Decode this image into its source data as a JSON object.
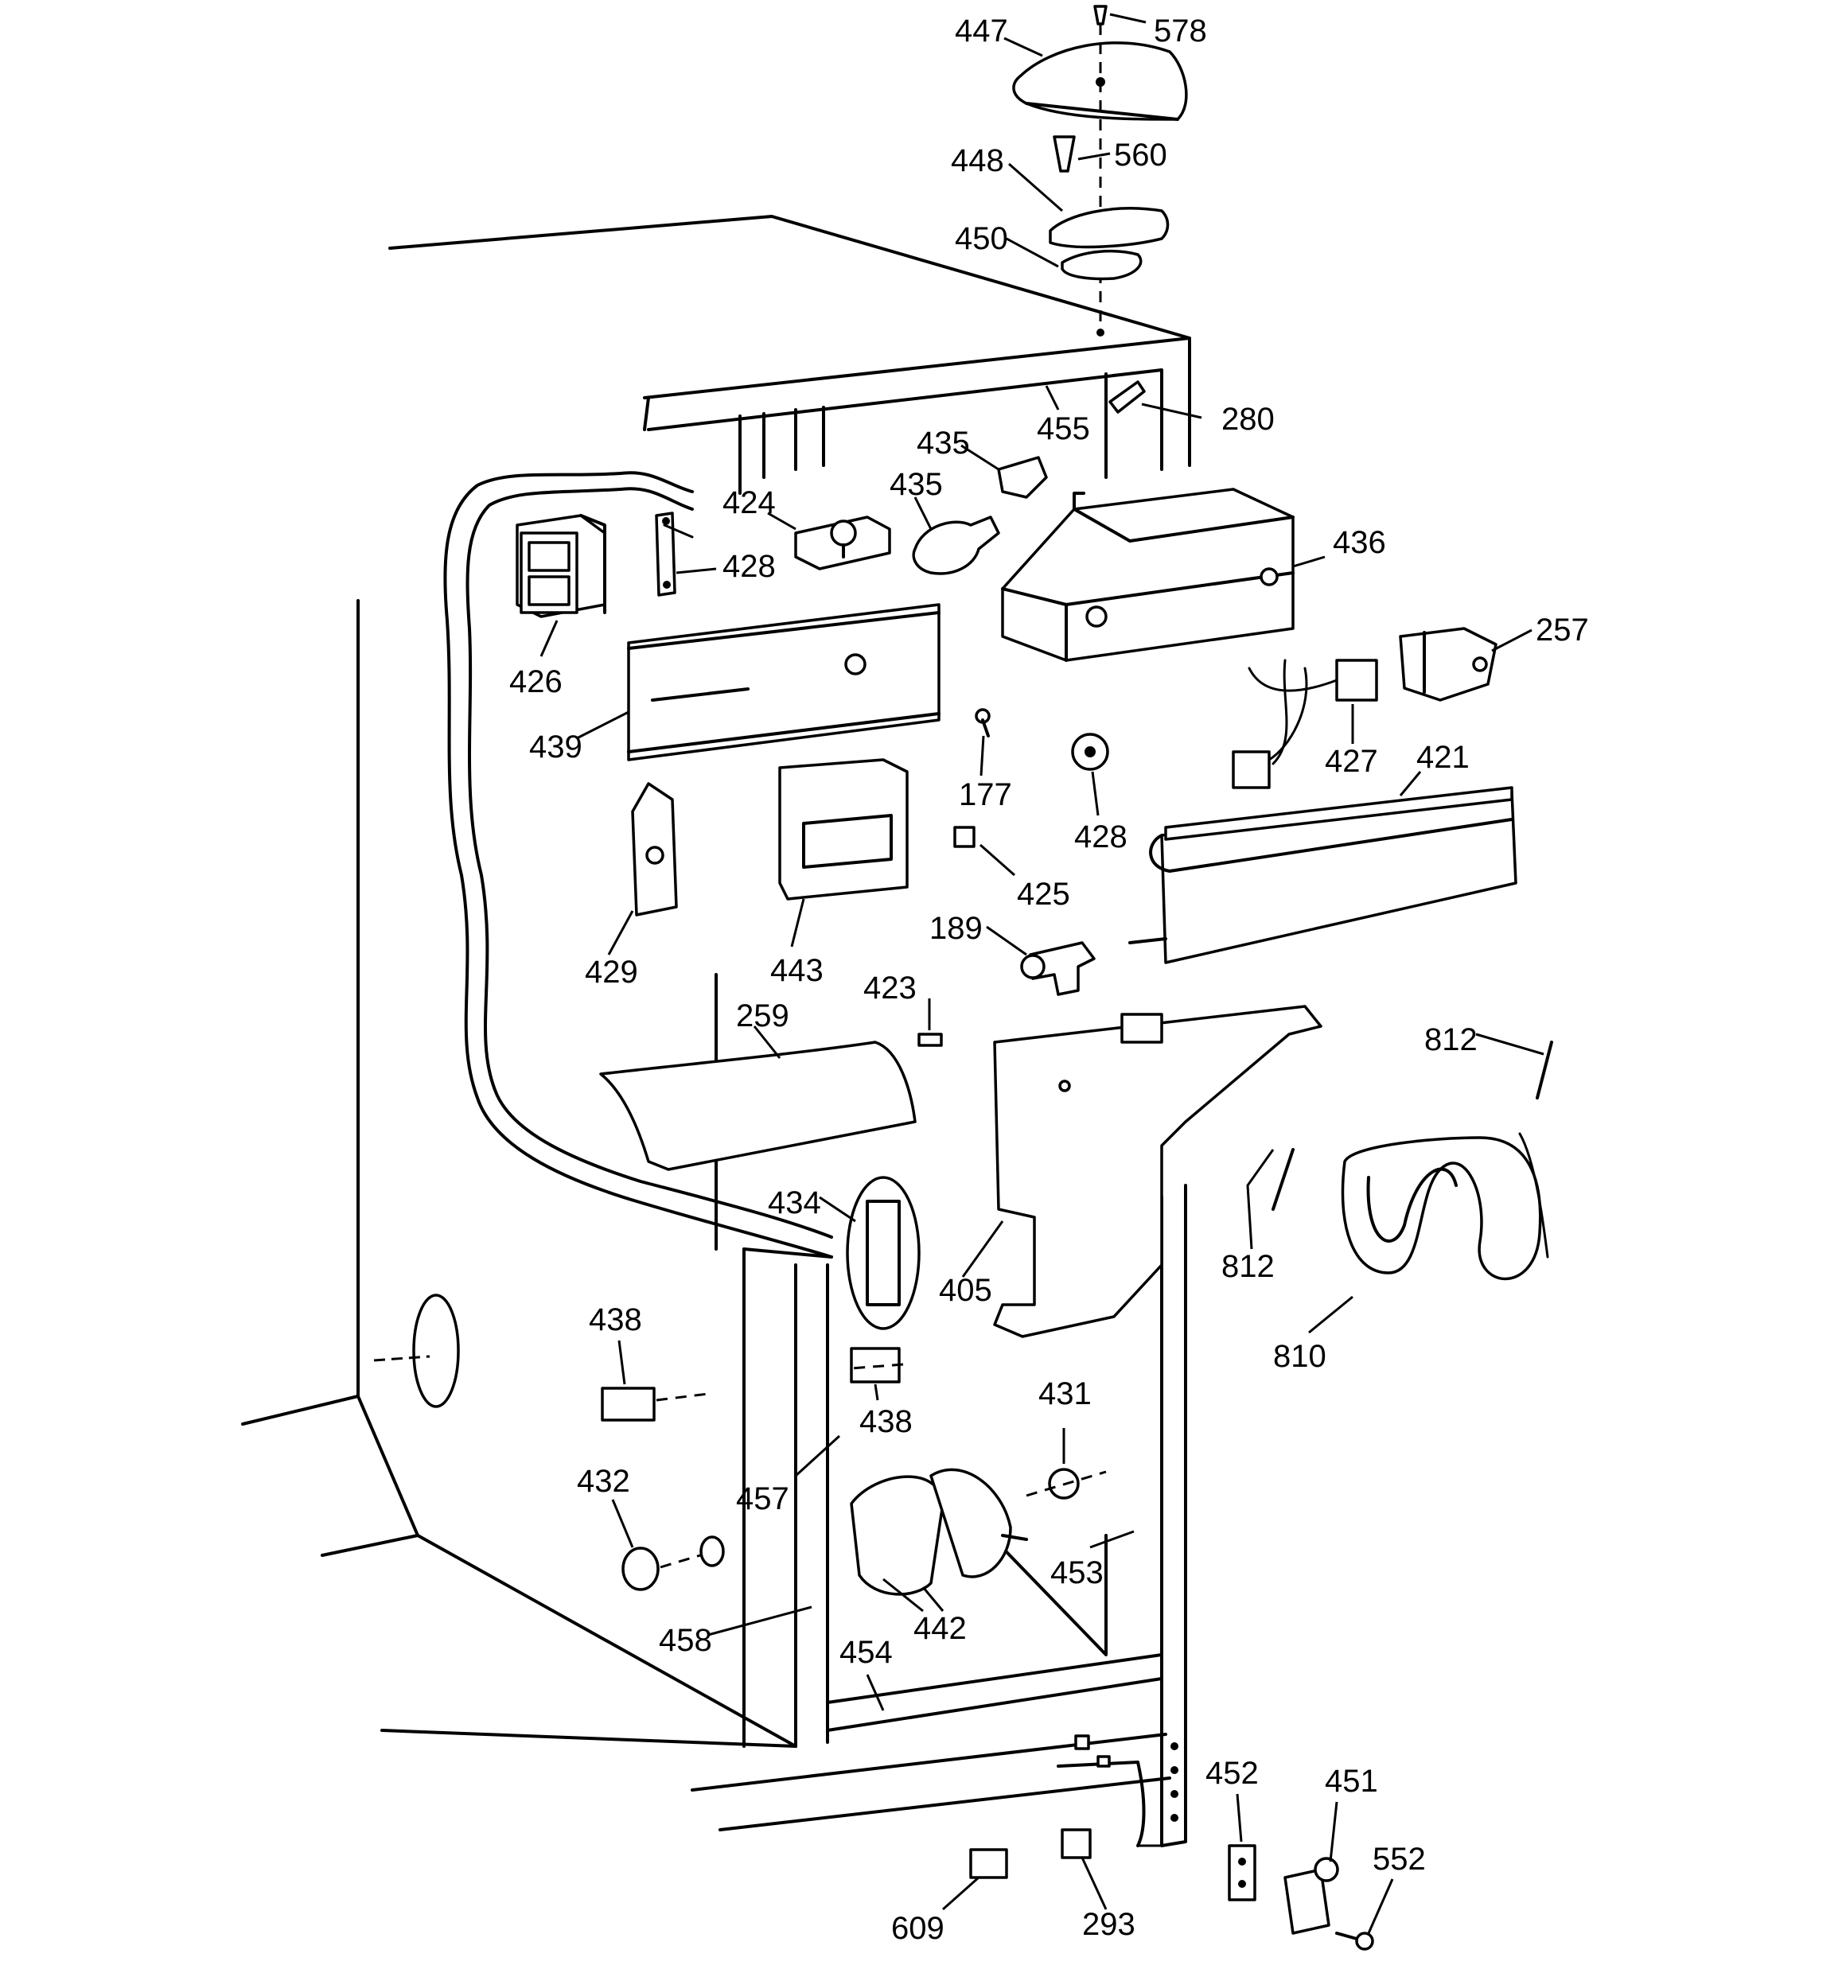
{
  "callouts": [
    {
      "id": "447",
      "text": "447"
    },
    {
      "id": "578",
      "text": "578"
    },
    {
      "id": "448",
      "text": "448"
    },
    {
      "id": "560",
      "text": "560"
    },
    {
      "id": "450",
      "text": "450"
    },
    {
      "id": "455",
      "text": "455"
    },
    {
      "id": "280",
      "text": "280"
    },
    {
      "id": "435a",
      "text": "435"
    },
    {
      "id": "435b",
      "text": "435"
    },
    {
      "id": "424",
      "text": "424"
    },
    {
      "id": "428a",
      "text": "428"
    },
    {
      "id": "426",
      "text": "426"
    },
    {
      "id": "436",
      "text": "436"
    },
    {
      "id": "257",
      "text": "257"
    },
    {
      "id": "439",
      "text": "439"
    },
    {
      "id": "177",
      "text": "177"
    },
    {
      "id": "428b",
      "text": "428"
    },
    {
      "id": "427",
      "text": "427"
    },
    {
      "id": "421",
      "text": "421"
    },
    {
      "id": "429",
      "text": "429"
    },
    {
      "id": "443",
      "text": "443"
    },
    {
      "id": "425",
      "text": "425"
    },
    {
      "id": "189",
      "text": "189"
    },
    {
      "id": "423",
      "text": "423"
    },
    {
      "id": "259",
      "text": "259"
    },
    {
      "id": "812a",
      "text": "812"
    },
    {
      "id": "434",
      "text": "434"
    },
    {
      "id": "405",
      "text": "405"
    },
    {
      "id": "812b",
      "text": "812"
    },
    {
      "id": "810",
      "text": "810"
    },
    {
      "id": "438a",
      "text": "438"
    },
    {
      "id": "438b",
      "text": "438"
    },
    {
      "id": "431",
      "text": "431"
    },
    {
      "id": "432",
      "text": "432"
    },
    {
      "id": "457",
      "text": "457"
    },
    {
      "id": "453",
      "text": "453"
    },
    {
      "id": "442",
      "text": "442"
    },
    {
      "id": "458",
      "text": "458"
    },
    {
      "id": "454",
      "text": "454"
    },
    {
      "id": "452",
      "text": "452"
    },
    {
      "id": "451",
      "text": "451"
    },
    {
      "id": "552",
      "text": "552"
    },
    {
      "id": "609",
      "text": "609"
    },
    {
      "id": "293",
      "text": "293"
    }
  ]
}
